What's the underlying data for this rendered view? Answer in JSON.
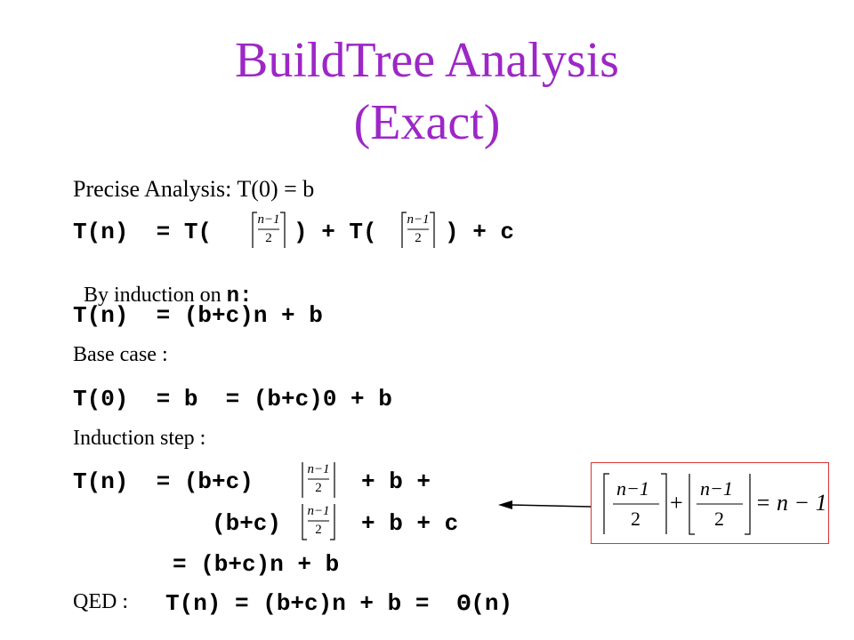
{
  "title": {
    "line1": "BuildTree Analysis",
    "line2": "(Exact)"
  },
  "content": {
    "precise": "Precise Analysis: T(0) = b",
    "rec_a": "T(n)  = T(",
    "rec_b": ") + T(",
    "rec_c": ") + c",
    "induction_text": "By induction on ",
    "induction_var": "n",
    "induction_colon": ":",
    "hypothesis": "T(n)  = (b+c)n + b",
    "base_case_label": "Base case :",
    "base_case_eq": "T(0)  = b  = (b+c)0 + b",
    "induction_step_label": "Induction step :",
    "step1_a": "T(n)  = (b+c)",
    "step1_b": "+ b +",
    "step2_a": "(b+c)",
    "step2_b": "+ b + c",
    "step3": "= (b+c)n + b",
    "qed_label": "QED :",
    "qed_eq": "T(n) = (b+c)n + b =  Θ(n)",
    "frac_num": "n−1",
    "frac_den": "2"
  },
  "callout": {
    "plus": "+",
    "equals": "= n − 1"
  },
  "colors": {
    "title": "#9c27c6",
    "callout_border": "#dd3333"
  }
}
